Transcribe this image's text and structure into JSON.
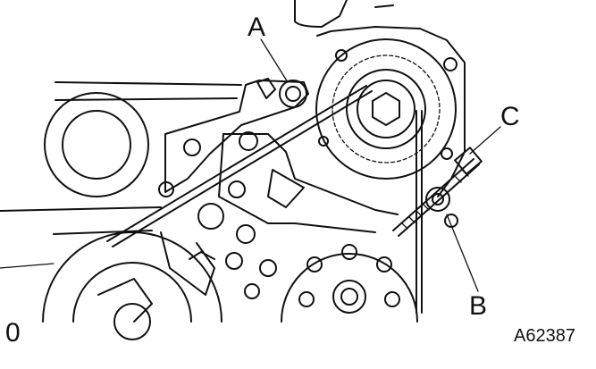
{
  "callouts": {
    "a": "A",
    "b": "B",
    "c": "C"
  },
  "corner_mark": "0",
  "figure_code": "A62387",
  "colors": {
    "ink": "#111111",
    "background": "#ffffff"
  }
}
